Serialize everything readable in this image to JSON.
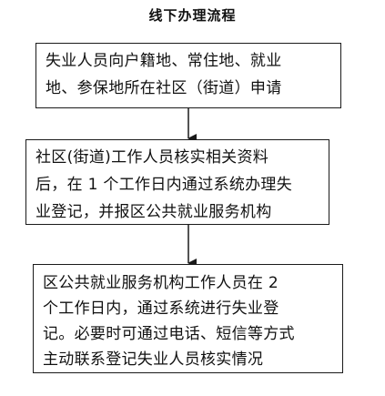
{
  "title": "线下办理流程",
  "steps": [
    {
      "lines": [
        "失业人员向户籍地、常住地、就业",
        "地、参保地所在社区（街道）申请"
      ]
    },
    {
      "lines": [
        "社区(街道)工作人员核实相关资料",
        "后，在 1 个工作日内通过系统办理失",
        "业登记，并报区公共就业服务机构"
      ]
    },
    {
      "lines": [
        "区公共就业服务机构工作人员在 2",
        "个工作日内，通过系统进行失业登",
        "记。必要时可通过电话、短信等方式",
        "主动联系登记失业人员核实情况"
      ]
    }
  ],
  "colors": {
    "border": "#1a1a1a",
    "arrow": "#1a1a1a",
    "text": "#111111"
  }
}
